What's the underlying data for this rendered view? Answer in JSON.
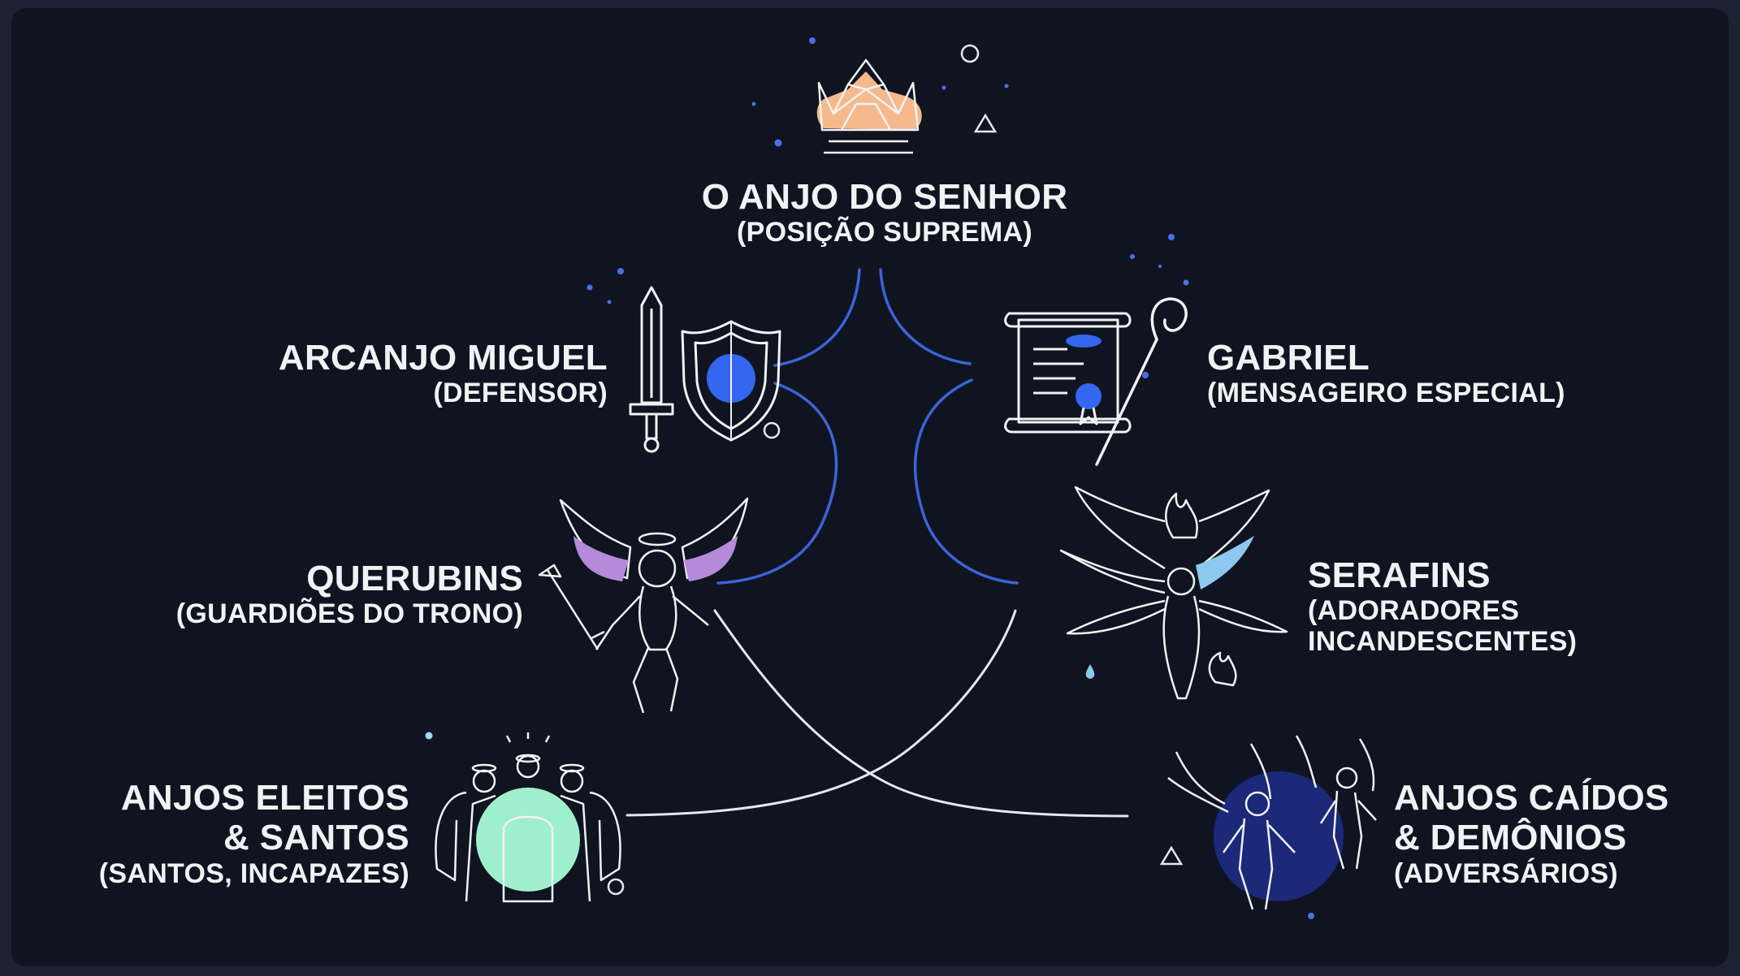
{
  "nodes": {
    "top": {
      "title": "O ANJO DO SENHOR",
      "subtitle": "(POSIÇÃO SUPREMA)"
    },
    "miguel": {
      "title": "ARCANJO MIGUEL",
      "subtitle": "(DEFENSOR)"
    },
    "gabriel": {
      "title": "GABRIEL",
      "subtitle": "(MENSAGEIRO ESPECIAL)"
    },
    "querubins": {
      "title": "QUERUBINS",
      "subtitle": "(GUARDIÕES DO TRONO)"
    },
    "serafins": {
      "title": "SERAFINS",
      "subtitle1": "(ADORADORES",
      "subtitle2": "INCANDESCENTES)"
    },
    "eleitos": {
      "title1": "ANJOS ELEITOS",
      "title2": "& SANTOS",
      "subtitle": "(SANTOS, INCAPAZES)"
    },
    "caidos": {
      "title1": "ANJOS CAÍDOS",
      "title2": "& DEMÔNIOS",
      "subtitle": "(ADVERSÁRIOS)"
    }
  },
  "colors": {
    "background": "#0f1420",
    "frame": "#1c2232",
    "text": "#f2f2f4",
    "blue_line": "#3d63d8",
    "white_line": "#e6e8ee",
    "crown": "#f5b98c",
    "shield": "#3566f0",
    "cherub_wings": "#b58ad8",
    "seraph_wing": "#8cc8f0",
    "elect_glow": "#9ef0cc",
    "fallen_glow": "#1e2c8a"
  },
  "icons": [
    "crown-icon",
    "sword-icon",
    "shield-icon",
    "scroll-icon",
    "staff-icon",
    "cherub-icon",
    "seraph-icon",
    "elect-angels-icon",
    "fallen-angels-icon"
  ]
}
